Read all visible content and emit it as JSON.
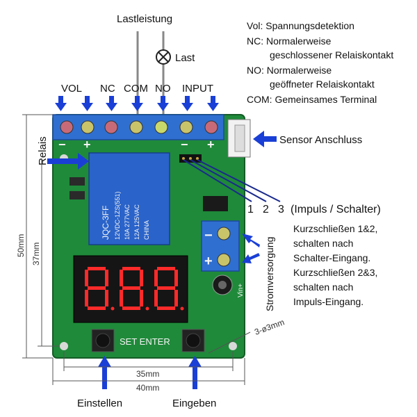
{
  "top": {
    "load_power": "Lastleistung",
    "load": "Last"
  },
  "terminals": {
    "vol": "VOL",
    "nc": "NC",
    "com": "COM",
    "no": "NO",
    "input": "INPUT",
    "minus": "−",
    "plus": "+"
  },
  "legend": {
    "vol": "Vol: Spannungsdetektion",
    "nc_1": "NC: Normalerweise",
    "nc_2": "geschlossener Relaiskontakt",
    "no_1": "NO: Normalerweise",
    "no_2": "geöffneter Relaiskontakt",
    "com": "COM: Gemeinsames Terminal"
  },
  "sensor": "Sensor Anschluss",
  "relay_label": "Relais",
  "jumper": {
    "pins": [
      "1",
      "2",
      "3"
    ],
    "mode": "(Impuls / Schalter)"
  },
  "power": {
    "label": "Stromversorgung",
    "minus": "−",
    "plus": "+"
  },
  "notes": {
    "line1": "Kurzschließen 1&2,",
    "line2": "schalten nach",
    "line3": "Schalter-Eingang.",
    "line4": "Kurzschließen 2&3,",
    "line5": "schalten nach",
    "line6": "Impuls-Eingang."
  },
  "dimensions": {
    "height_outer": "50mm",
    "height_inner": "37mm",
    "width_inner": "35mm",
    "width_outer": "40mm",
    "holes": "3-ø3mm"
  },
  "buttons": {
    "set": "Einstellen",
    "enter": "Eingeben"
  },
  "board": {
    "silk_set_enter": "SET ENTER",
    "relay_model": "JQC-3FF",
    "relay_line1": "12VDC-1ZS(551)",
    "relay_line2": "10A 277VAC",
    "relay_line3": "12A 125VAC",
    "relay_line4": "CHINA",
    "vin": "Vin+"
  },
  "colors": {
    "arrow": "#1a3fd6",
    "pcb": "#1f8a3a",
    "terminal": "#2f6fd0",
    "relay": "#2a63c9"
  }
}
